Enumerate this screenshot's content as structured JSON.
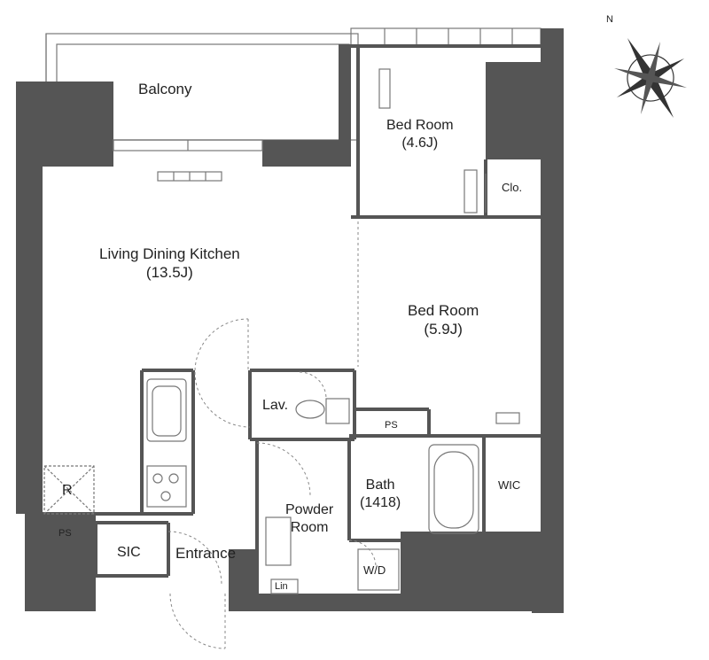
{
  "rooms": {
    "balcony": "Balcony",
    "bedroom_small": {
      "name": "Bed Room",
      "size": "(4.6J)"
    },
    "closet": "Clo.",
    "ldk": {
      "name": "Living Dining Kitchen",
      "size": "(13.5J)"
    },
    "bedroom_large": {
      "name": "Bed Room",
      "size": "(5.9J)"
    },
    "lavatory": "Lav.",
    "ps_center": "PS",
    "bath": {
      "name": "Bath",
      "size": "(1418)"
    },
    "wic": "WIC",
    "refrigerator": "R",
    "ps_left": "PS",
    "powder_room": {
      "line1": "Powder",
      "line2": "Room"
    },
    "sic": "SIC",
    "entrance": "Entrance",
    "washer_dryer": "W/D",
    "linen": "Lin"
  },
  "compass": {
    "north": "N"
  },
  "colors": {
    "wall": "#555555",
    "line": "#666666",
    "text": "#222222"
  }
}
